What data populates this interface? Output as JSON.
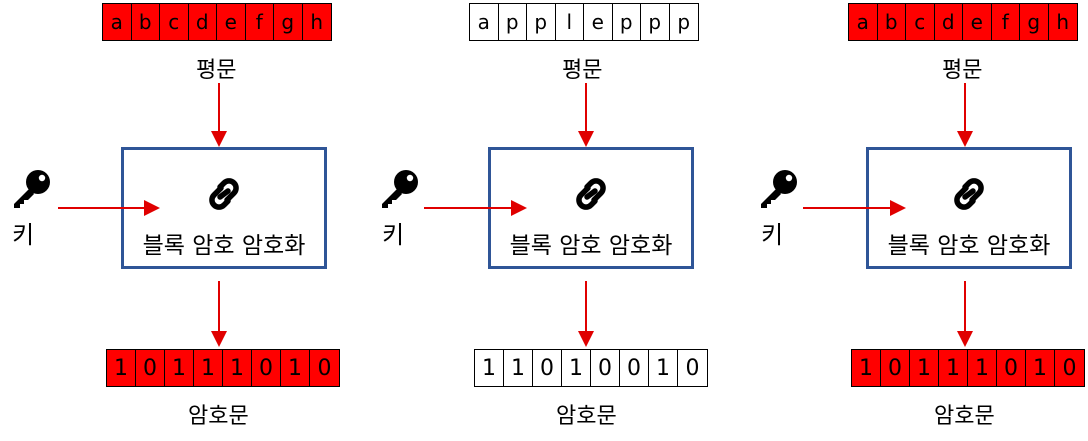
{
  "panels": [
    {
      "plaintext_cells": [
        "a",
        "b",
        "c",
        "d",
        "e",
        "f",
        "g",
        "h"
      ],
      "plaintext_style": "red",
      "plaintext_label": "평문",
      "key_label": "키",
      "box_label": "블록 암호 암호화",
      "ciphertext_cells": [
        "1",
        "0",
        "1",
        "1",
        "1",
        "0",
        "1",
        "0"
      ],
      "ciphertext_style": "red",
      "ciphertext_label": "암호문"
    },
    {
      "plaintext_cells": [
        "a",
        "p",
        "p",
        "l",
        "e",
        "p",
        "p",
        "p"
      ],
      "plaintext_style": "white",
      "plaintext_label": "평문",
      "key_label": "키",
      "box_label": "블록 암호 암호화",
      "ciphertext_cells": [
        "1",
        "1",
        "0",
        "1",
        "0",
        "0",
        "1",
        "0"
      ],
      "ciphertext_style": "white",
      "ciphertext_label": "암호문"
    },
    {
      "plaintext_cells": [
        "a",
        "b",
        "c",
        "d",
        "e",
        "f",
        "g",
        "h"
      ],
      "plaintext_style": "red",
      "plaintext_label": "평문",
      "key_label": "키",
      "box_label": "블록 암호 암호화",
      "ciphertext_cells": [
        "1",
        "0",
        "1",
        "1",
        "1",
        "0",
        "1",
        "0"
      ],
      "ciphertext_style": "red",
      "ciphertext_label": "암호문"
    }
  ],
  "colors": {
    "cell_red": "#ff0000",
    "box_border": "#2f5597",
    "arrow": "#e00000"
  },
  "icons": {
    "key": "key-icon",
    "box": "link-icon"
  }
}
